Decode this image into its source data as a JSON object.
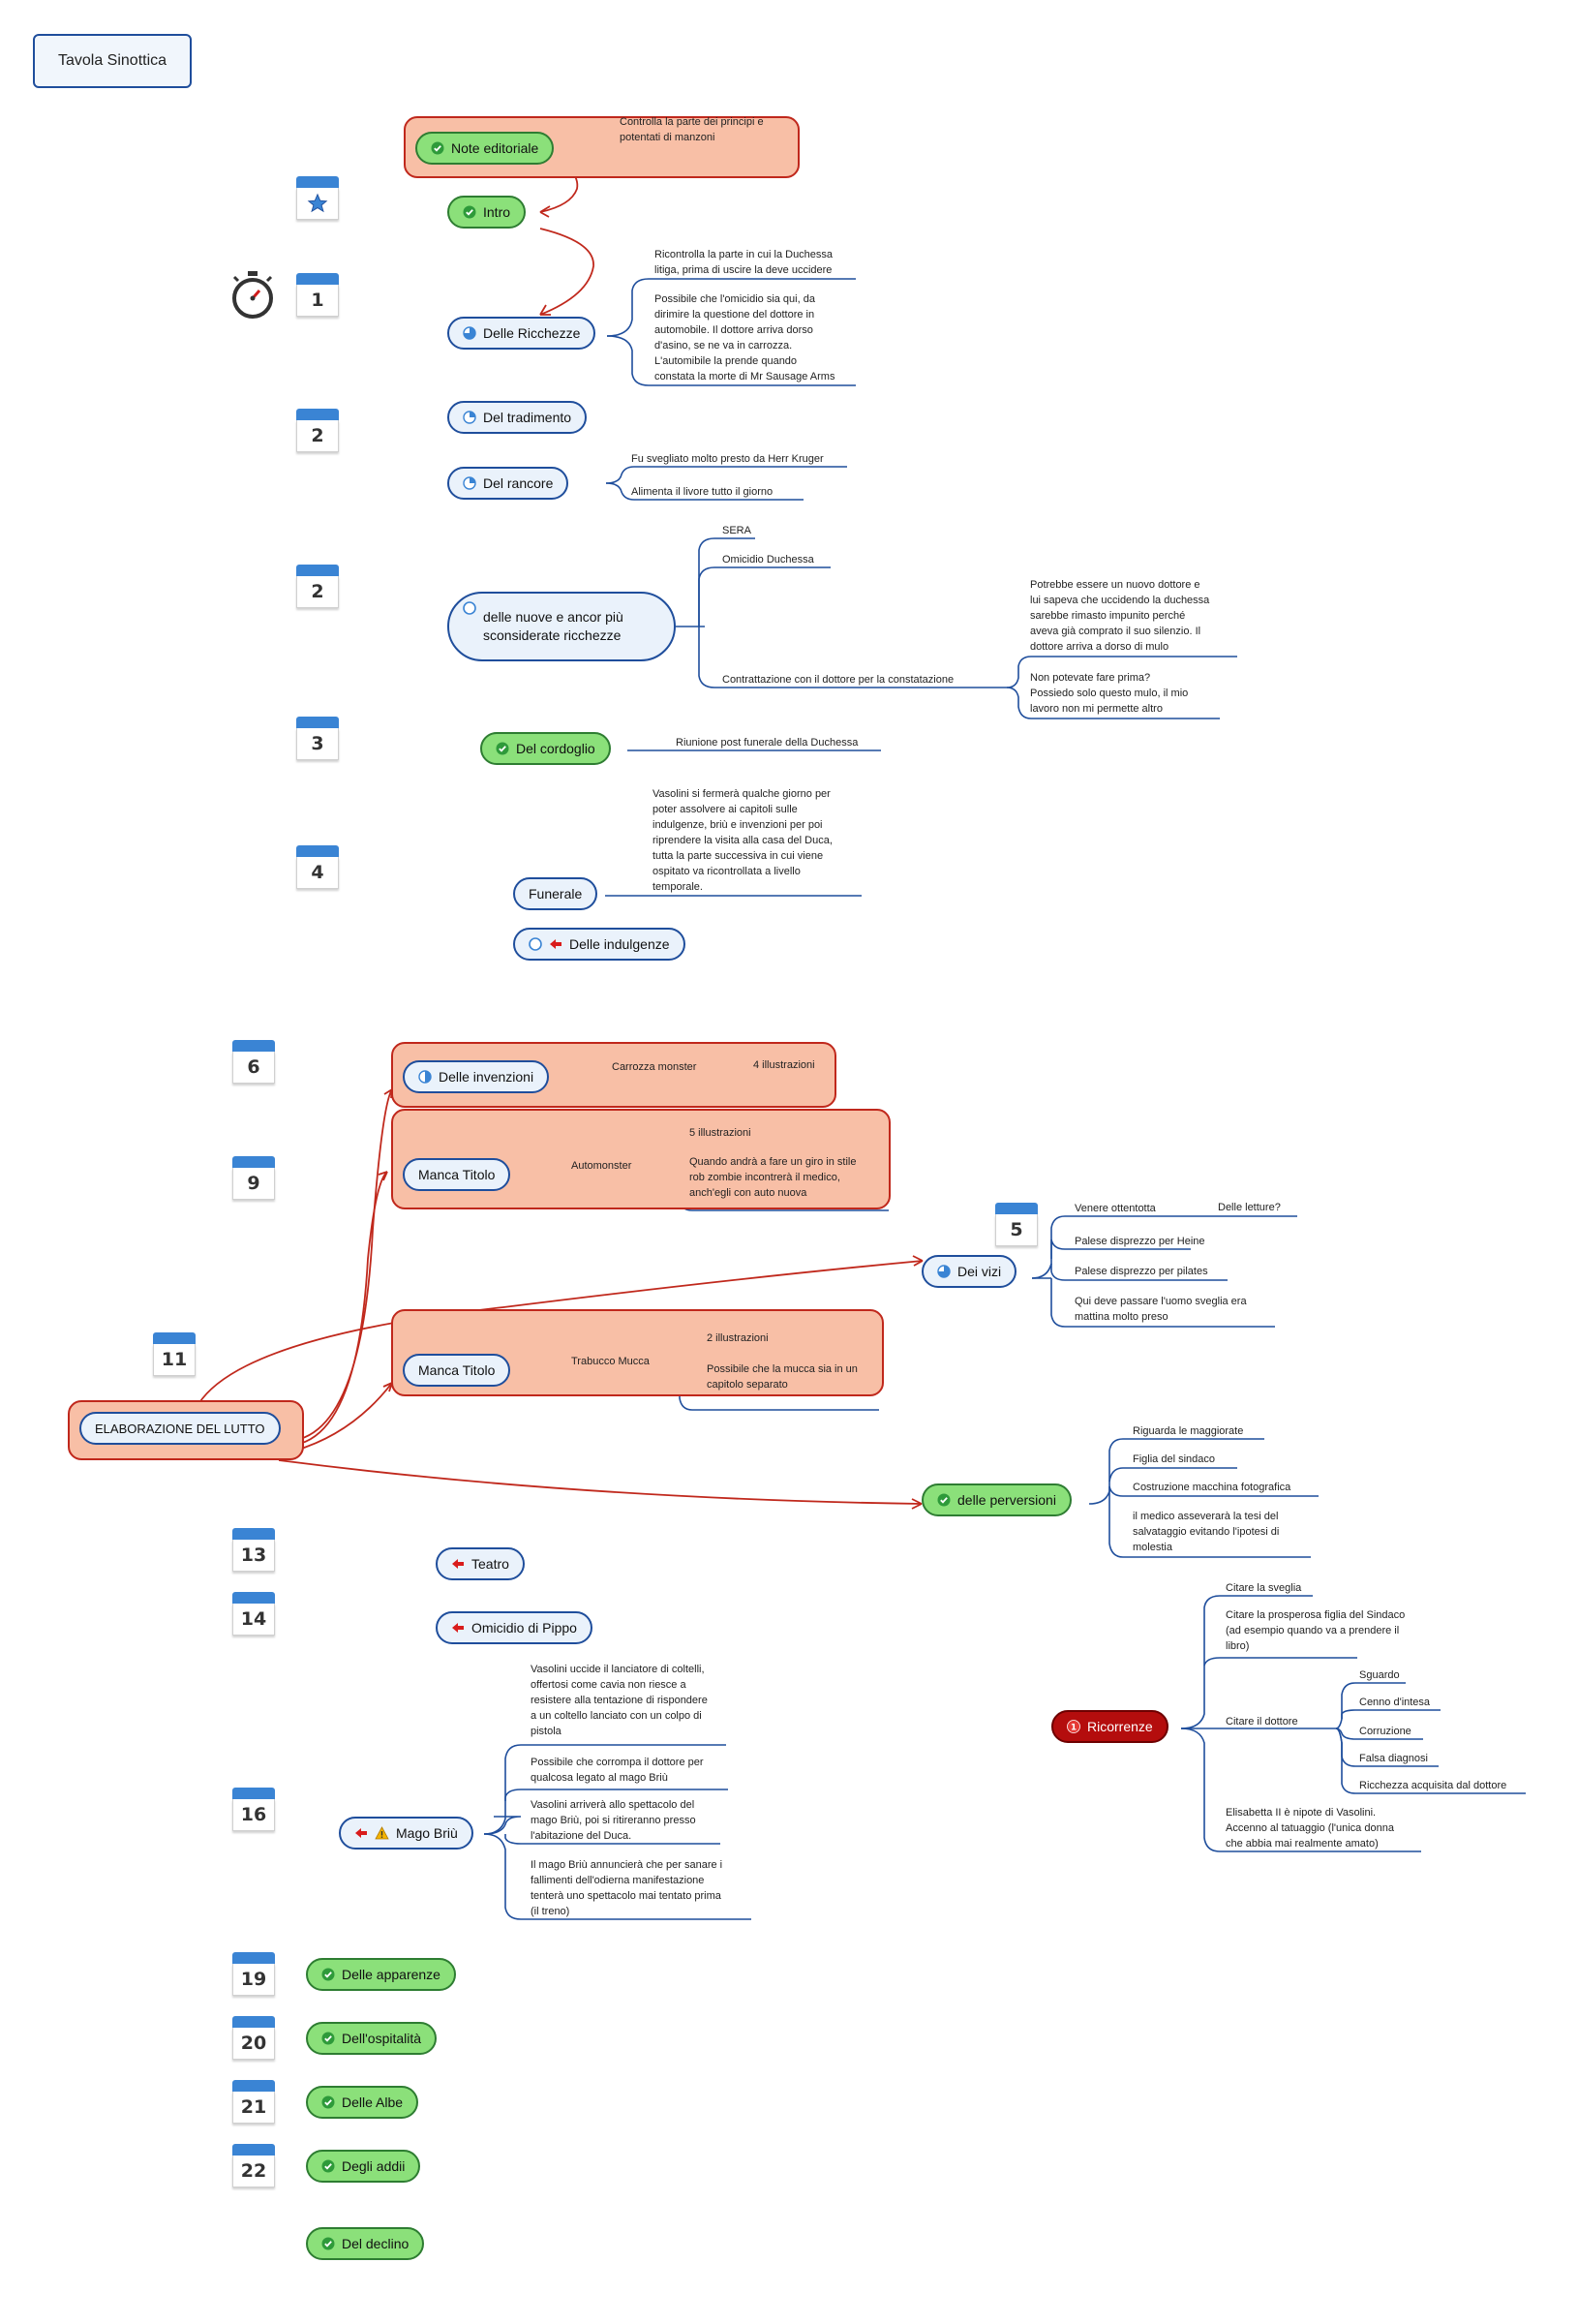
{
  "title": "Tavola Sinottica",
  "nodes": {
    "note_editoriale": "Note editoriale",
    "intro": "Intro",
    "delle_ricchezze": "Delle Ricchezze",
    "del_tradimento": "Del tradimento",
    "del_rancore": "Del rancore",
    "nuove_ricchezze": "delle nuove e ancor più sconsiderate ricchezze",
    "del_cordoglio": "Del cordoglio",
    "funerale": "Funerale",
    "delle_indulgenze": "Delle indulgenze",
    "delle_invenzioni": "Delle invenzioni",
    "manca_titolo_1": "Manca Titolo",
    "dei_vizi": "Dei vizi",
    "manca_titolo_2": "Manca Titolo",
    "elaborazione": "ELABORAZIONE DEL LUTTO",
    "delle_perversioni": "delle perversioni",
    "teatro": "Teatro",
    "omicidio_pippo": "Omicidio di Pippo",
    "mago_briu": "Mago Briù",
    "ricorrenze": "Ricorrenze",
    "delle_apparenze": "Delle apparenze",
    "dell_ospitalita": "Dell'ospitalità",
    "delle_albe": "Delle Albe",
    "degli_addii": "Degli addii",
    "del_declino": "Del declino"
  },
  "notes": {
    "n_editoriale": "Controlla la parte dei principi e\npotentati di manzoni",
    "n_ricc_1": "Ricontrolla la parte in cui la Duchessa\nlitiga, prima di uscire la deve uccidere",
    "n_ricc_2": "Possibile che l'omicidio sia qui, da\ndirimire la questione del dottore in\nautomobile. Il dottore arriva dorso\nd'asino, se ne va in carrozza.\nL'automibile la prende quando\nconstata la morte di Mr Sausage Arms",
    "n_ranc_1": "Fu svegliato molto presto da Herr Kruger",
    "n_ranc_2": "Alimenta il livore tutto il giorno",
    "n_sera": "SERA",
    "n_omicidio_duchessa": "Omicidio Duchessa",
    "n_contrattazione": "Contrattazione con il dottore per la constatazione",
    "n_potrebbe": "Potrebbe essere un nuovo dottore e\nlui sapeva che uccidendo la duchessa\nsarebbe rimasto impunito perché\naveva già comprato il suo silenzio. Il\ndottore arriva a dorso di mulo",
    "n_non_potevate": "Non potevate fare prima?\nPossiedo solo questo mulo, il mio\nlavoro non mi permette altro",
    "n_riunione": "Riunione post funerale della Duchessa",
    "n_vasolini": "Vasolini si fermerà qualche giorno per\npoter assolvere ai capitoli sulle\nindulgenze, briù e invenzioni per poi\nriprendere la visita alla casa del Duca,\ntutta la parte successiva in cui viene\nospitato va ricontrollata a livello\ntemporale.",
    "n_carrozza": "Carrozza monster",
    "n_4ill": "4 illustrazioni",
    "n_automonster": "Automonster",
    "n_5ill": "5 illustrazioni",
    "n_quando": "Quando andrà a fare un giro in stile\nrob zombie incontrerà il medico,\nanch'egli con auto nuova",
    "n_venere": "Venere ottentotta",
    "n_letture": "Delle letture?",
    "n_heine": "Palese disprezzo per Heine",
    "n_pilates": "Palese disprezzo per pilates",
    "n_qui_deve": "Qui deve passare l'uomo sveglia era\nmattina molto preso",
    "n_trabucco": "Trabucco Mucca",
    "n_2ill": "2 illustrazioni",
    "n_mucca": "Possibile che la mucca sia in un\ncapitolo separato",
    "n_maggiorate": "Riguarda le maggiorate",
    "n_figlia": "Figlia del sindaco",
    "n_macchina": "Costruzione macchina fotografica",
    "n_medico": "il medico asseverarà la tesi del\nsalvataggio evitando l'ipotesi di\nmolestia",
    "n_briu_1": "Vasolini uccide il lanciatore di coltelli,\noffertosi come cavia non riesce a\nresistere alla tentazione di rispondere\na un coltello lanciato con un colpo di\npistola",
    "n_briu_2": "Possibile che corrompa il dottore per\nqualcosa legato al mago Briù",
    "n_briu_3": "Vasolini arriverà allo spettacolo del\nmago Briù, poi si ritireranno presso\nl'abitazione del Duca.",
    "n_briu_4": "Il mago Briù annuncierà che per sanare i\nfallimenti dell'odierna manifestazione\ntenterà uno spettacolo mai tentato prima\n(il treno)",
    "n_citare_sveglia": "Citare la sveglia",
    "n_citare_prosperosa": "Citare la prosperosa figlia del Sindaco\n(ad esempio quando va a prendere il\nlibro)",
    "n_citare_dottore": "Citare il dottore",
    "n_sguardo": "Sguardo",
    "n_cenno": "Cenno d'intesa",
    "n_corruzione": "Corruzione",
    "n_diagnosi": "Falsa diagnosi",
    "n_ricchezza_acq": "Ricchezza acquisita dal dottore",
    "n_elisabetta": "Elisabetta II è nipote di Vasolini.\nAccenno al tatuaggio (l'unica donna\nche abbia mai realmente amato)"
  },
  "calendars": {
    "c_star": "",
    "c1": "1",
    "c2a": "2",
    "c2b": "2",
    "c3": "3",
    "c4": "4",
    "c6": "6",
    "c9": "9",
    "c5": "5",
    "c11": "11",
    "c13": "13",
    "c14": "14",
    "c16": "16",
    "c19": "19",
    "c20": "20",
    "c21": "21",
    "c22": "22"
  },
  "colors": {
    "link_blue": "#1f4e9c",
    "link_red": "#c0281c",
    "highlight": "#f8bfa6",
    "green_node": "#8be07a",
    "calendar_top": "#3a84d4",
    "ricorrenze": "#b40d0d"
  },
  "icons": [
    "check-icon",
    "progress-icon",
    "arrow-left-icon",
    "warning-icon",
    "star-icon",
    "stopwatch-icon",
    "priority-1-icon"
  ]
}
